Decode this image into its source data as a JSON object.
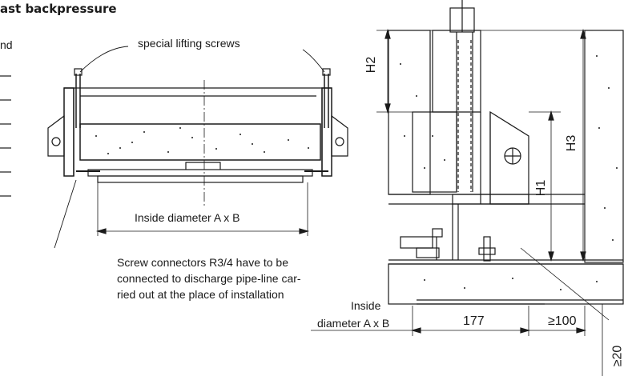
{
  "title": "ast backpressure",
  "left_partial_label": "nd",
  "labels": {
    "lifting_screws": "special lifting screws",
    "inside_diameter_top": "Inside diameter A x B",
    "note_lines": [
      "Screw connectors R3/4 have to be",
      "connected to discharge pipe-line car-",
      "ried out at the place of installation"
    ],
    "inside_label": "Inside",
    "diameter_label": "diameter A x B"
  },
  "dimensions": {
    "h1": "H1",
    "h2": "H2",
    "h3": "H3",
    "d177": "177",
    "d100": "≥100",
    "d20": "≥20"
  },
  "colors": {
    "line": "#1a1a1a",
    "paper": "#ffffff"
  }
}
